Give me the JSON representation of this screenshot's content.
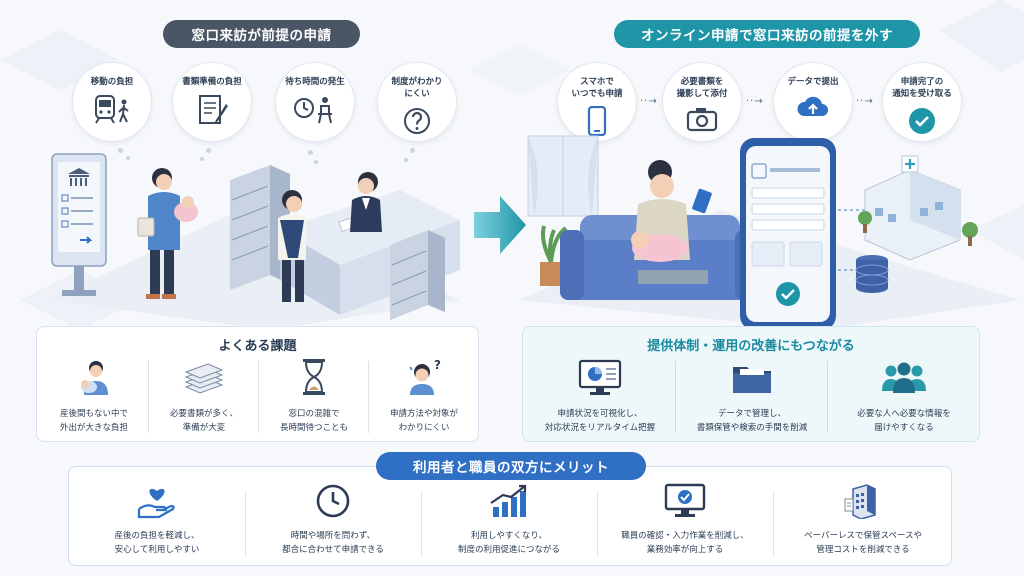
{
  "left": {
    "heading": "窓口来訪が前提の申請",
    "bubbles": [
      {
        "label": "移動の負担",
        "icon": "train-walk-icon"
      },
      {
        "label": "書類準備の負担",
        "icon": "document-pen-icon"
      },
      {
        "label": "待ち時間の発生",
        "icon": "clock-person-icon"
      },
      {
        "label": "制度がわかり\nにくい",
        "icon": "question-icon"
      }
    ],
    "issues_title": "よくある課題",
    "issues": [
      {
        "label": "産後間もない中で\n外出が大きな負担",
        "icon": "mother-baby-icon"
      },
      {
        "label": "必要書類が多く、\n準備が大変",
        "icon": "paper-stack-icon"
      },
      {
        "label": "窓口の混雑で\n長時間待つことも",
        "icon": "hourglass-icon"
      },
      {
        "label": "申請方法や対象が\nわかりにくい",
        "icon": "confused-person-icon"
      }
    ]
  },
  "right": {
    "heading": "オンライン申請で窓口来訪の前提を外す",
    "steps": [
      {
        "label": "スマホで\nいつでも申請",
        "icon": "smartphone-icon"
      },
      {
        "label": "必要書類を\n撮影して添付",
        "icon": "camera-icon"
      },
      {
        "label": "データで提出",
        "icon": "cloud-upload-icon"
      },
      {
        "label": "申請完了の\n通知を受け取る",
        "icon": "check-circle-icon"
      }
    ],
    "improve_title": "提供体制・運用の改善にもつながる",
    "improvements": [
      {
        "label": "申請状況を可視化し、\n対応状況をリアルタイム把握",
        "icon": "monitor-chart-icon"
      },
      {
        "label": "データで管理し、\n書類保管や検索の手間を削減",
        "icon": "folder-icon"
      },
      {
        "label": "必要な人へ必要な情報を\n届けやすくなる",
        "icon": "people-group-icon"
      }
    ]
  },
  "merit": {
    "title": "利用者と職員の双方にメリット",
    "items": [
      {
        "label": "産後の負担を軽減し、\n安心して利用しやすい",
        "icon": "heart-hand-icon"
      },
      {
        "label": "時間や場所を問わず、\n都合に合わせて申請できる",
        "icon": "clock-icon"
      },
      {
        "label": "利用しやすくなり、\n制度の利用促進につながる",
        "icon": "growth-chart-icon"
      },
      {
        "label": "職員の確認・入力作業を削減し、\n業務効率が向上する",
        "icon": "monitor-check-icon"
      },
      {
        "label": "ペーパーレスで保管スペースや\n管理コストを削減できる",
        "icon": "paperless-building-icon"
      }
    ]
  },
  "colors": {
    "dark_pill": "#4a5566",
    "teal_pill": "#1f95a8",
    "blue_pill": "#2f6fc4",
    "teal_text": "#1a8aa0",
    "accent_blue": "#2f6fc4"
  }
}
